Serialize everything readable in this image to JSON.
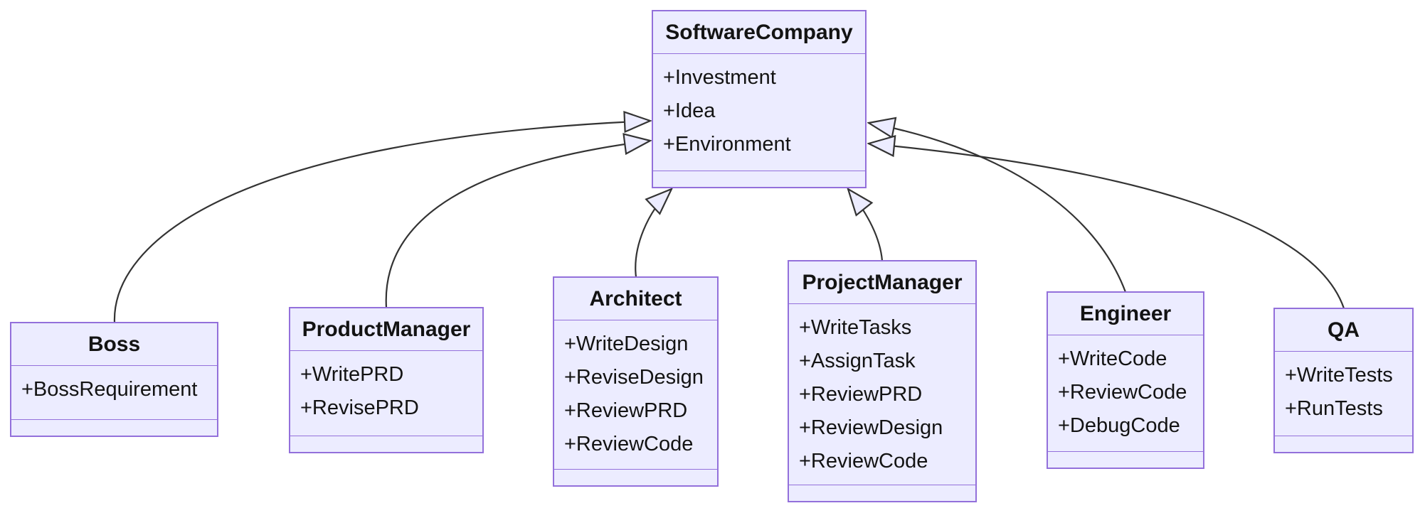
{
  "diagram": {
    "kind": "uml-class-diagram",
    "colors": {
      "node_fill": "#ECECFF",
      "node_border": "#9370DB",
      "line": "#333333",
      "text": "#131313",
      "background": "#ffffff"
    },
    "classes": [
      {
        "name": "SoftwareCompany",
        "members": [
          "+Investment",
          "+Idea",
          "+Environment"
        ]
      },
      {
        "name": "Boss",
        "members": [
          "+BossRequirement"
        ]
      },
      {
        "name": "ProductManager",
        "members": [
          "+WritePRD",
          "+RevisePRD"
        ]
      },
      {
        "name": "Architect",
        "members": [
          "+WriteDesign",
          "+ReviseDesign",
          "+ReviewPRD",
          "+ReviewCode"
        ]
      },
      {
        "name": "ProjectManager",
        "members": [
          "+WriteTasks",
          "+AssignTask",
          "+ReviewPRD",
          "+ReviewDesign",
          "+ReviewCode"
        ]
      },
      {
        "name": "Engineer",
        "members": [
          "+WriteCode",
          "+ReviewCode",
          "+DebugCode"
        ]
      },
      {
        "name": "QA",
        "members": [
          "+WriteTests",
          "+RunTests"
        ]
      }
    ],
    "relations": [
      {
        "from": "Boss",
        "to": "SoftwareCompany",
        "type": "inheritance"
      },
      {
        "from": "ProductManager",
        "to": "SoftwareCompany",
        "type": "inheritance"
      },
      {
        "from": "Architect",
        "to": "SoftwareCompany",
        "type": "inheritance"
      },
      {
        "from": "ProjectManager",
        "to": "SoftwareCompany",
        "type": "inheritance"
      },
      {
        "from": "Engineer",
        "to": "SoftwareCompany",
        "type": "inheritance"
      },
      {
        "from": "QA",
        "to": "SoftwareCompany",
        "type": "inheritance"
      }
    ]
  }
}
